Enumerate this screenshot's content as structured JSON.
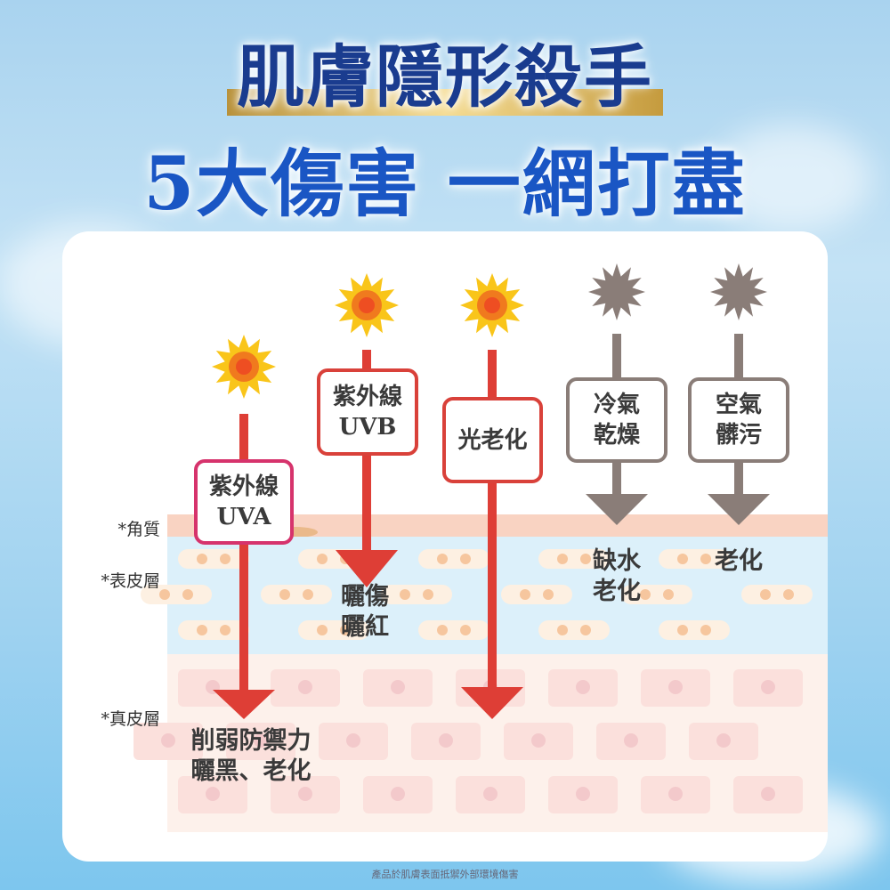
{
  "title": {
    "line1": "肌膚隱形殺手",
    "line2": "5大傷害 一網打盡"
  },
  "layers": {
    "stratum": "*角質",
    "epidermis": "*表皮層",
    "dermis": "*真皮層"
  },
  "factors": [
    {
      "label1": "紫外線",
      "label2": "UVA",
      "effect1": "削弱防禦力",
      "effect2": "曬黑、老化",
      "icon": "sun-icon",
      "color": "#d6336c"
    },
    {
      "label1": "紫外線",
      "label2": "UVB",
      "effect1": "曬傷",
      "effect2": "曬紅",
      "icon": "sun-icon",
      "color": "#d9413a"
    },
    {
      "label1": "光老化",
      "effect1": "",
      "icon": "sun-icon",
      "color": "#d9413a"
    },
    {
      "label1": "冷氣",
      "label2": "乾燥",
      "effect1": "缺水",
      "effect2": "老化",
      "icon": "dark-star-icon",
      "color": "#8a7d78"
    },
    {
      "label1": "空氣",
      "label2": "髒污",
      "effect1": "老化",
      "icon": "dark-star-icon",
      "color": "#8a7d78"
    }
  ],
  "footnote": "產品於肌膚表面抵禦外部環境傷害"
}
